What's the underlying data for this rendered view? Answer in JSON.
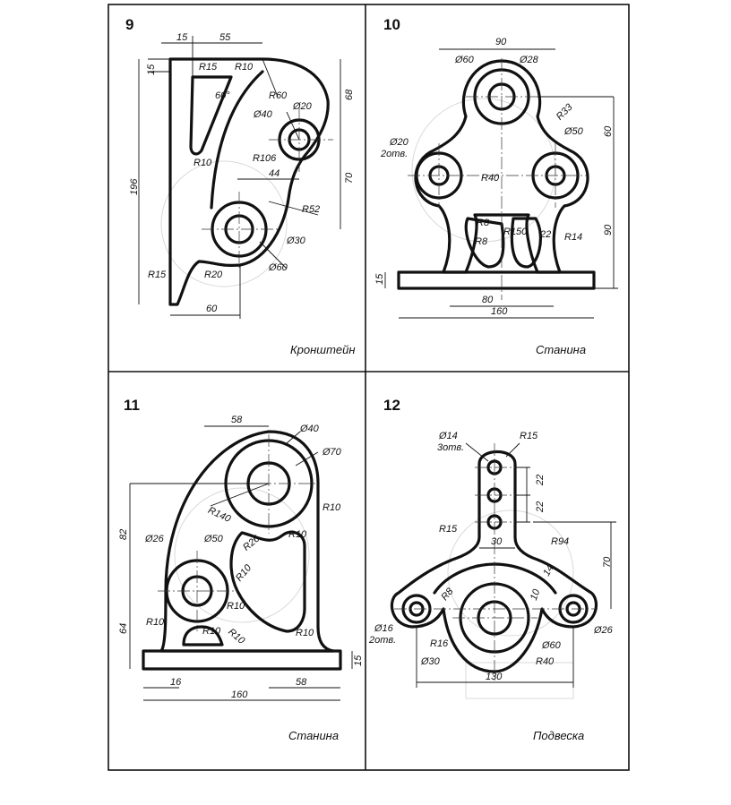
{
  "panels": [
    {
      "number": "9",
      "part_name": "Кронштейн",
      "dims": [
        "15",
        "55",
        "R15",
        "R10",
        "60°",
        "15",
        "R60",
        "Ø40",
        "Ø20",
        "68",
        "R106",
        "R10",
        "44",
        "70",
        "196",
        "R52",
        "Ø30",
        "Ø60",
        "R15",
        "R20",
        "60"
      ]
    },
    {
      "number": "10",
      "part_name": "Станина",
      "dims": [
        "90",
        "Ø60",
        "Ø28",
        "R33",
        "Ø20",
        "2отв.",
        "Ø50",
        "60",
        "R40",
        "R8",
        "R150",
        "R8",
        "22",
        "R14",
        "90",
        "15",
        "80",
        "160"
      ]
    },
    {
      "number": "11",
      "part_name": "Станина",
      "dims": [
        "58",
        "Ø40",
        "Ø70",
        "R10",
        "R140",
        "82",
        "Ø26",
        "Ø50",
        "R26",
        "R10",
        "R10",
        "64",
        "R10",
        "R10",
        "R10",
        "R10",
        "R10",
        "15",
        "16",
        "58",
        "160"
      ]
    },
    {
      "number": "12",
      "part_name": "Подвеска",
      "dims": [
        "Ø14",
        "3отв.",
        "R15",
        "22",
        "22",
        "R15",
        "30",
        "R94",
        "14",
        "70",
        "R8",
        "10",
        "Ø16",
        "2отв.",
        "R16",
        "Ø60",
        "Ø26",
        "Ø30",
        "R40",
        "130"
      ]
    }
  ]
}
